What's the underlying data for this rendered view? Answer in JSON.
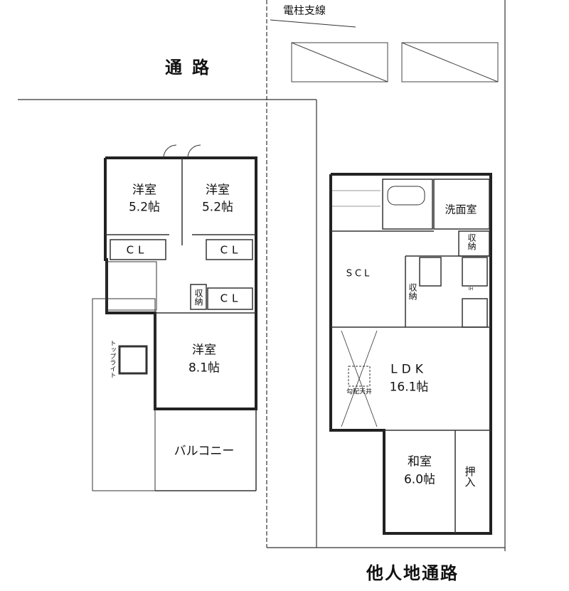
{
  "site": {
    "top_road": "通路",
    "pole_wire": "電柱支線",
    "bottom_road": "他人地通路"
  },
  "floor2": {
    "rooms": [
      {
        "name": "洋室",
        "size": "5.2帖"
      },
      {
        "name": "洋室",
        "size": "5.2帖"
      },
      {
        "name": "洋室",
        "size": "8.1帖"
      }
    ],
    "closets": [
      "CL",
      "CL",
      "CL"
    ],
    "storage": "収納",
    "balcony": "バルコニー",
    "skylight": "トップライト"
  },
  "floor1": {
    "washroom": "洗面室",
    "storage_a": "収納",
    "storage_b": "収納",
    "scl": "SCL",
    "ldk": {
      "name": "LDK",
      "size": "16.1帖"
    },
    "vaulted_ceiling": "勾配天井",
    "washitsu": {
      "name": "和室",
      "size": "6.0帖"
    },
    "oshiire": "押入",
    "ih": "IH"
  }
}
